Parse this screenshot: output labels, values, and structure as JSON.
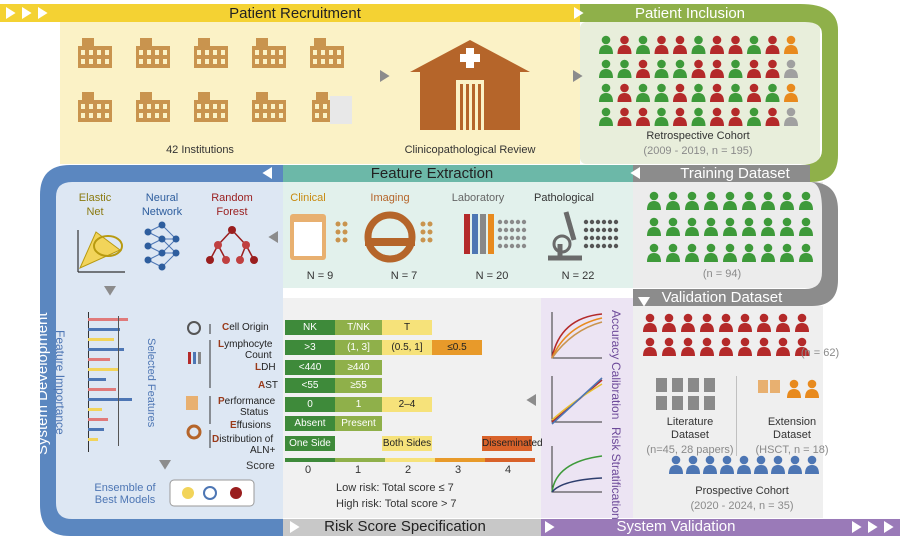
{
  "banners": {
    "recruitment": "Patient Recruitment",
    "inclusion": "Patient Inclusion",
    "feature_extraction": "Feature Extraction",
    "training": "Training Dataset",
    "validation": "Validation Dataset",
    "risk_score": "Risk Score Specification",
    "system_validation": "System Validation",
    "system_development": "System Development"
  },
  "recruitment": {
    "institutions": "42 Institutions",
    "review": "Clinicopathological Review"
  },
  "inclusion": {
    "cohort": "Retrospective Cohort",
    "cohort_detail": "(2009 - 2019, n = 195)"
  },
  "models": {
    "elastic": [
      "Elastic",
      "Net"
    ],
    "neural": [
      "Neural",
      "Network"
    ],
    "forest": [
      "Random",
      "Forest"
    ]
  },
  "feature_types": [
    {
      "name": "Clinical",
      "n": "N = 9"
    },
    {
      "name": "Imaging",
      "n": "N = 7"
    },
    {
      "name": "Laboratory",
      "n": "N = 20"
    },
    {
      "name": "Pathological",
      "n": "N = 22"
    }
  ],
  "training": {
    "n": "(n = 94)"
  },
  "validation": {
    "n": "(n = 62)"
  },
  "feature_importance": "Feature Importance",
  "selected_features": "Selected Features",
  "features": [
    {
      "initial": "C",
      "rest": "ell Origin"
    },
    {
      "initial": "L",
      "rest": "ymphocyte",
      "line2": "Count"
    },
    {
      "initial": "L",
      "rest": "DH"
    },
    {
      "initial": "A",
      "rest": "ST"
    },
    {
      "initial": "P",
      "rest": "erformance",
      "line2": "Status"
    },
    {
      "initial": "E",
      "rest": "ffusions"
    },
    {
      "initial": "D",
      "rest": "istribution of",
      "line2": "ALN+"
    }
  ],
  "score_rows": {
    "cell_origin": [
      "NK",
      "T/NK",
      "T"
    ],
    "lymphocyte": [
      ">3",
      "(1, 3]",
      "(0.5, 1]",
      "≤0.5"
    ],
    "ldh": [
      "<440",
      "≥440"
    ],
    "ast": [
      "<55",
      "≥55"
    ],
    "performance": [
      "0",
      "1",
      "2–4"
    ],
    "effusions": [
      "Absent",
      "Present"
    ],
    "distribution": [
      "One Side",
      "Both Sides",
      "Disseminated"
    ]
  },
  "score_axis": {
    "label": "Score",
    "ticks": [
      "0",
      "1",
      "2",
      "3",
      "4"
    ]
  },
  "risk_rules": {
    "low": "Low risk: Total score ≤ 7",
    "high": "High risk: Total score > 7"
  },
  "ensemble": "Ensemble of Best Models",
  "validation_metrics": [
    "Accuracy",
    "Calibration",
    "Risk Stratification"
  ],
  "external": {
    "literature": [
      "Literature",
      "Dataset"
    ],
    "literature_n": "(n=45, 28 papers)",
    "extension": [
      "Extension",
      "Dataset"
    ],
    "extension_n": "(HSCT, n = 18)",
    "prospective": "Prospective Cohort",
    "prospective_n": "(2020 - 2024, n = 35)"
  },
  "colors": {
    "recruitment_bg": "#fbf2c6",
    "recruitment_bar": "#f4d233",
    "inclusion_bg": "#e8eedb",
    "inclusion_bar": "#8fb04a",
    "extraction_bar": "#6cb8a8",
    "extraction_bg": "#e2f1ec",
    "training_bar": "#8c8c8c",
    "dev_bar": "#5b87c0",
    "dev_bg": "#dde7f3",
    "risk_bar": "#c8c8c8",
    "validation_bar": "#9a7ab8",
    "validation_bg": "#ece4f3",
    "building": "#b5652a",
    "green": "#3e9a3a",
    "red": "#b42a2a",
    "orange": "#e88a1e",
    "blue": "#4d76b4"
  }
}
